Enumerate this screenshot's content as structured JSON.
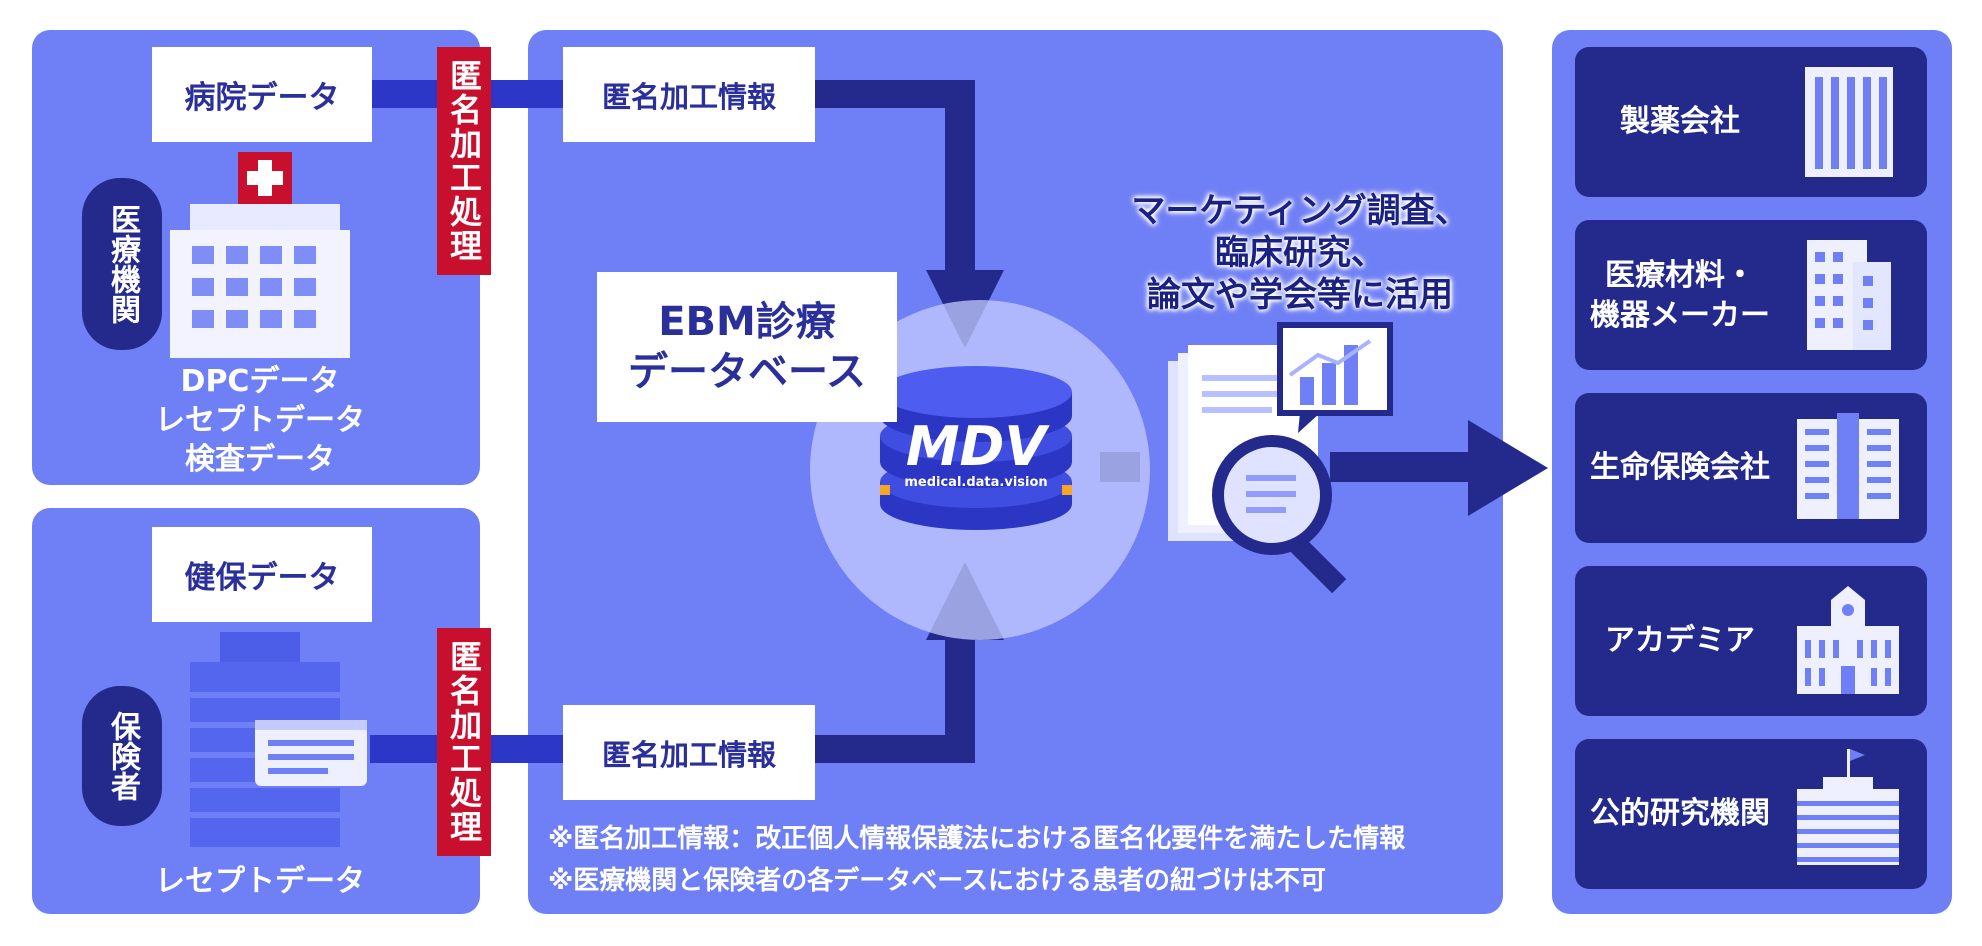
{
  "left_top": {
    "hospital_data": "病院データ",
    "institution": "医療機関",
    "process_label": "匿名加工処理",
    "data_types": [
      "DPCデータ",
      "レセプトデータ",
      "検査データ"
    ]
  },
  "left_bottom": {
    "insurance_data": "健保データ",
    "insurer": "保険者",
    "process_label": "匿名加工処理",
    "receipt_data": "レセプトデータ"
  },
  "center": {
    "anon_info_top": "匿名加工情報",
    "anon_info_bottom": "匿名加工情報",
    "ebm_title_line1": "EBM診療",
    "ebm_title_line2": "データベース",
    "logo_text": "MDV",
    "logo_sub": "medical.data.vision",
    "usage_lines": [
      "マーケティング調査、",
      "臨床研究、",
      "論文や学会等に活用"
    ],
    "notes": [
      "※匿名加工情報：改正個人情報保護法における匿名化要件を満たした情報",
      "※医療機関と保険者の各データベースにおける患者の紐づけは不可"
    ]
  },
  "users": [
    {
      "label": "製薬会社",
      "icon": "office-building-icon"
    },
    {
      "label": "医療材料・\n機器メーカー",
      "icon": "office-building-icon"
    },
    {
      "label": "生命保険会社",
      "icon": "office-building-icon"
    },
    {
      "label": "アカデミア",
      "icon": "university-icon"
    },
    {
      "label": "公的研究機関",
      "icon": "government-building-icon"
    }
  ],
  "colors": {
    "panel": "#6f7ff5",
    "navy": "#232a8c",
    "red": "#c8102e",
    "white": "#ffffff",
    "logo_orange": "#f5a623"
  }
}
